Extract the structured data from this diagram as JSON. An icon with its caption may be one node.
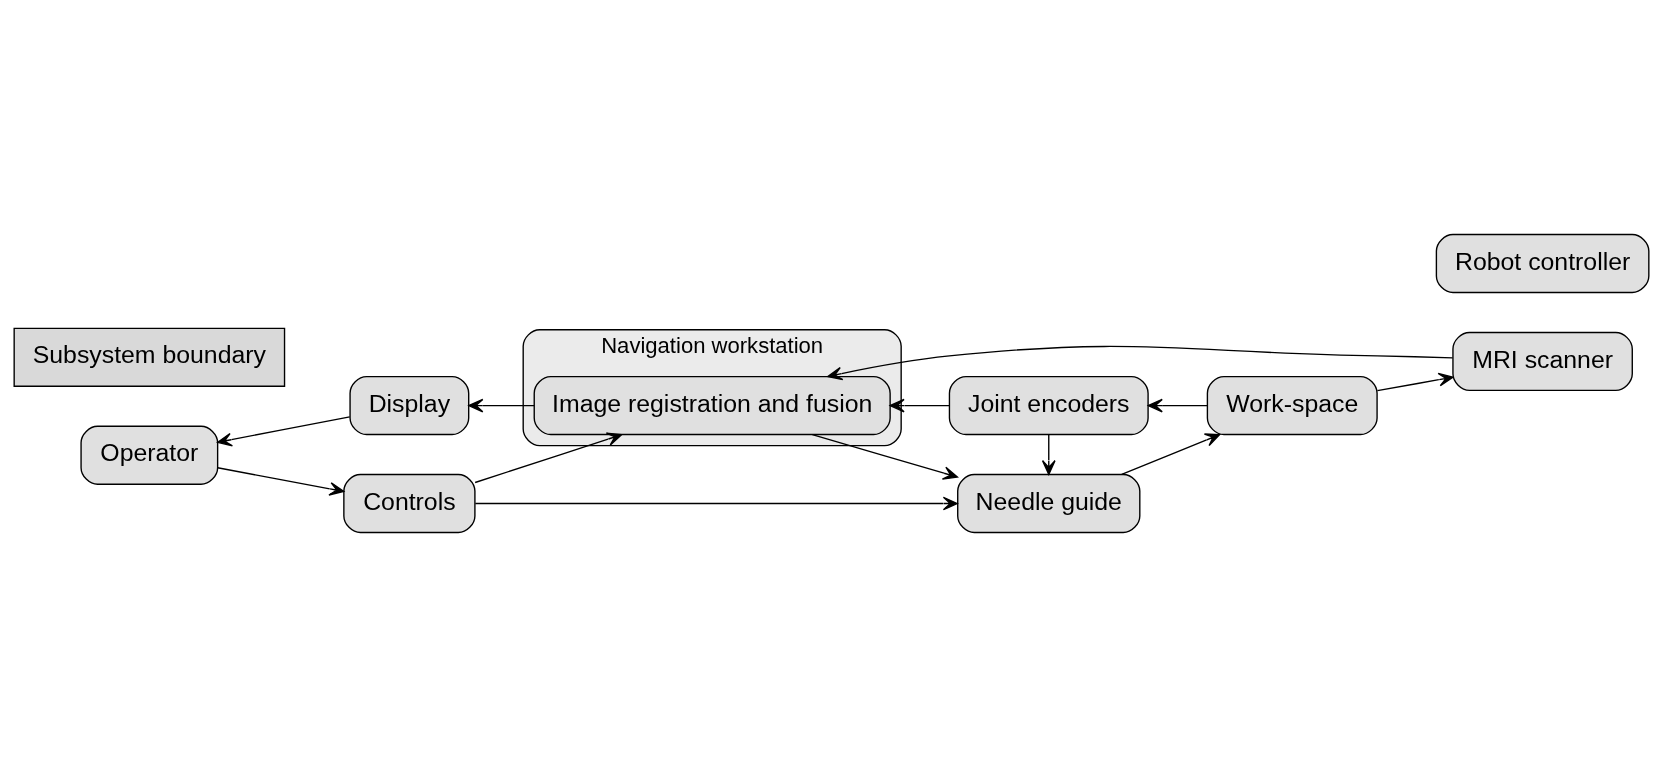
{
  "diagram": {
    "nodes": [
      {
        "text": [
          "Operator"
        ]
      },
      {
        "text": [
          "Display"
        ]
      },
      {
        "text": [
          "Controls"
        ]
      },
      {
        "text": [
          "Navigation workstation"
        ]
      },
      {
        "text": [
          "Image registration and fusion"
        ],
        "in": 3
      },
      {
        "text": [
          "Subsystem boundary"
        ]
      },
      {
        "text": [
          "MRI scanner"
        ]
      },
      {
        "text": [
          "Robot controller"
        ]
      },
      {
        "text": [
          "Joint encoders"
        ]
      },
      {
        "text": [
          "Needle guide"
        ]
      },
      {
        "text": [
          "Work-space"
        ]
      }
    ],
    "edges": [
      {
        "from": 10,
        "to": 6,
        "arrow": "to"
      },
      {
        "from": 6,
        "to": 4,
        "arrow": "to"
      },
      {
        "from": 4,
        "to": 1,
        "arrow": "to"
      },
      {
        "from": 1,
        "to": 0,
        "arrow": "to"
      },
      {
        "from": 10,
        "to": 8,
        "arrow": "to"
      },
      {
        "from": 8,
        "to": 4,
        "arrow": "to"
      },
      {
        "from": 0,
        "to": 2,
        "arrow": "to"
      },
      {
        "from": 2,
        "to": 4,
        "arrow": "to"
      },
      {
        "from": 4,
        "to": 9,
        "arrow": "to"
      },
      {
        "from": 2,
        "to": 9,
        "arrow": "to"
      },
      {
        "from": 8,
        "to": 9,
        "arrow": "to"
      },
      {
        "from": 9,
        "to": 10,
        "arrow": "to"
      }
    ]
  }
}
